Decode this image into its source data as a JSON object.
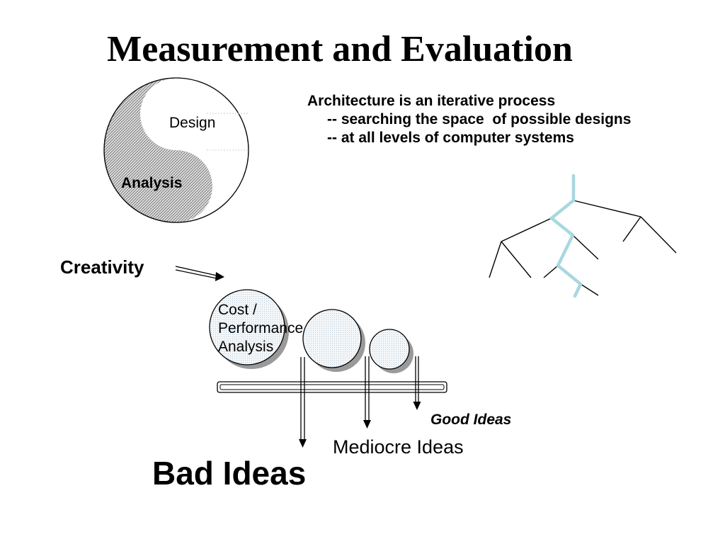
{
  "title": "Measurement and Evaluation",
  "architecture": {
    "line1": "Architecture is an iterative process",
    "line2": "-- searching the space  of possible designs",
    "line3": "-- at all levels of computer systems"
  },
  "yin_yang": {
    "design_label": "Design",
    "analysis_label": "Analysis"
  },
  "creativity_label": "Creativity",
  "analysis_circle": {
    "line1": "Cost /",
    "line2": "Performance",
    "line3": "Analysis"
  },
  "outcomes": {
    "good": "Good Ideas",
    "mediocre": "Mediocre Ideas",
    "bad": "Bad Ideas"
  },
  "colors": {
    "search_path": "#a8d8e0",
    "bubble_fill": "#eef3f6",
    "shadow": "#9a9a9a"
  }
}
